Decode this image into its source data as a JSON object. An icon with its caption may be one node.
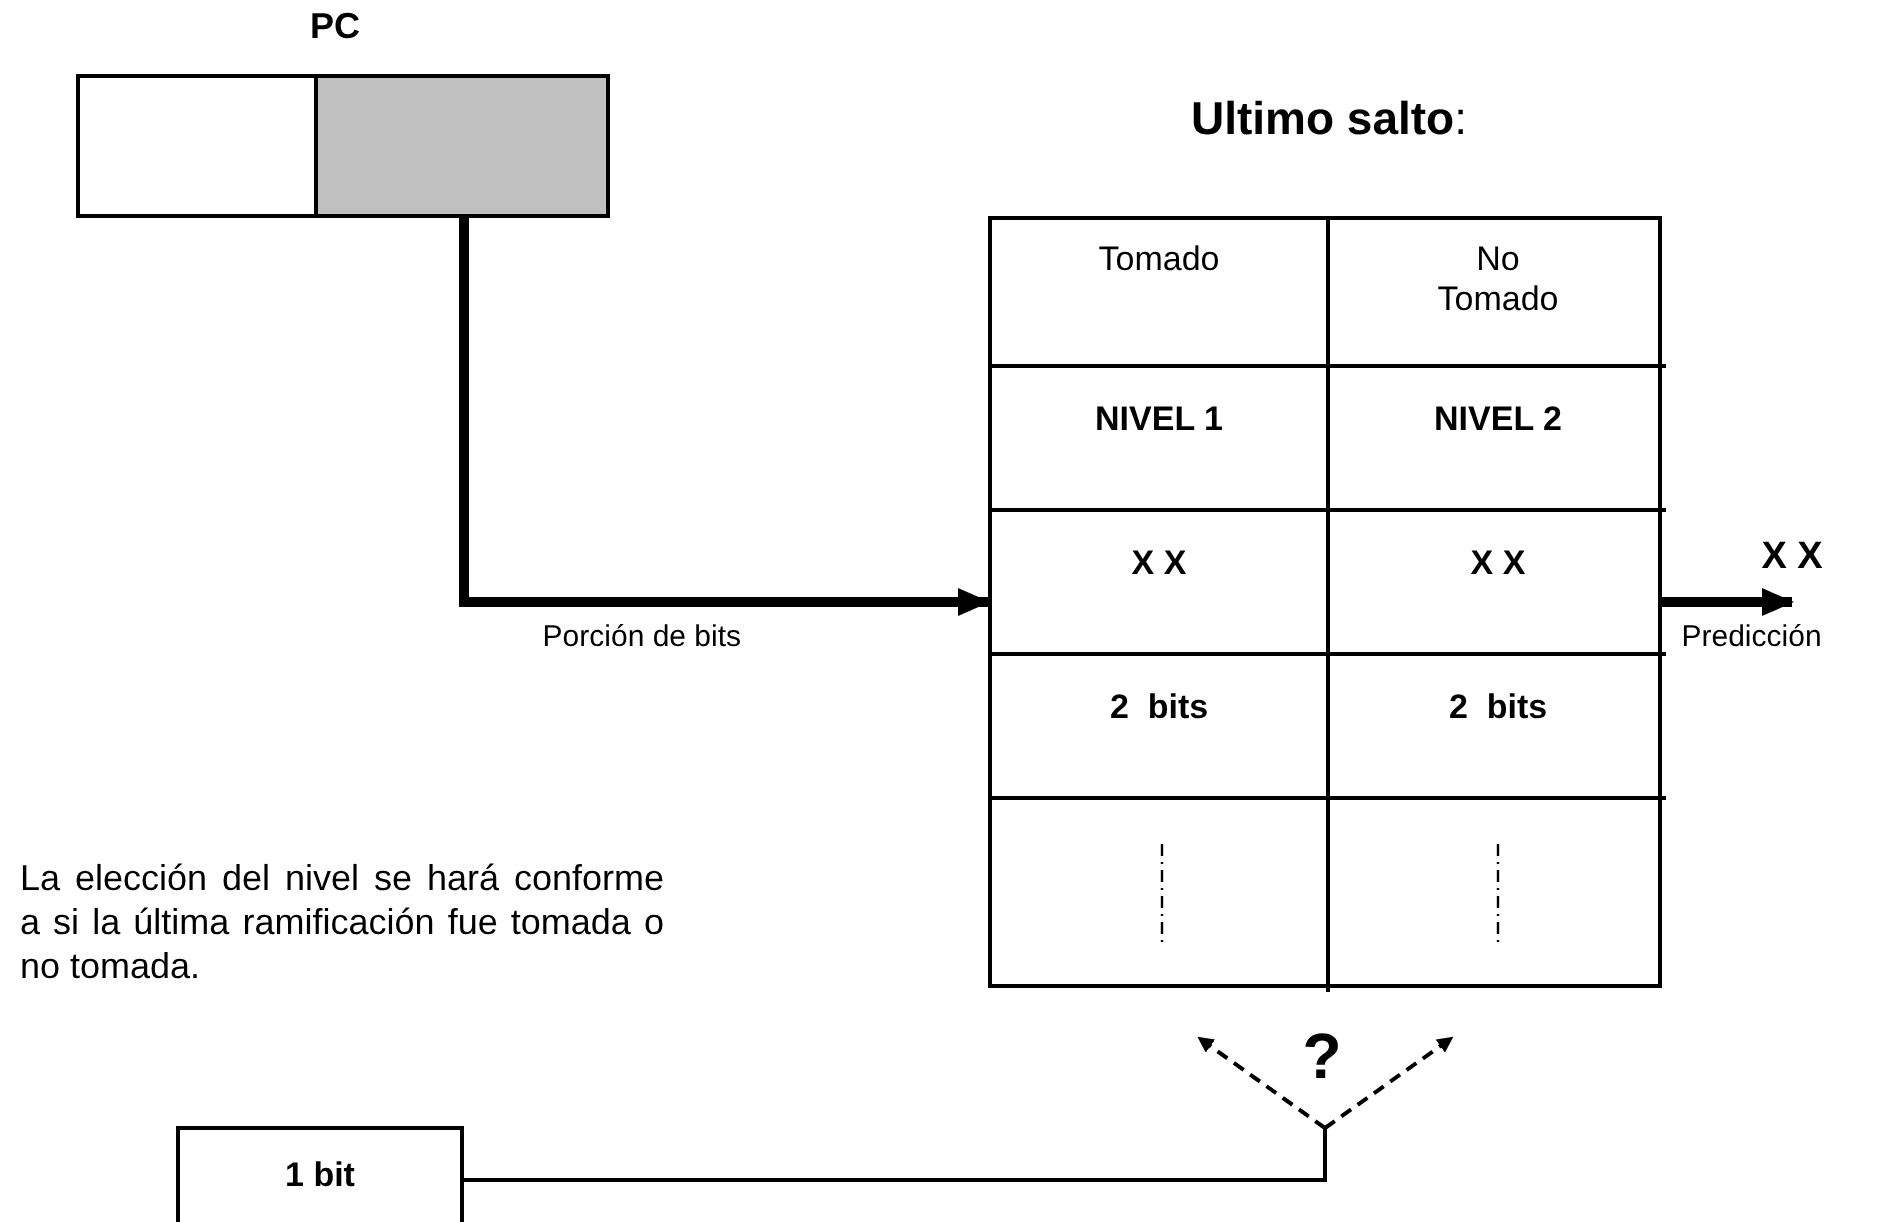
{
  "diagram": {
    "nodes": [
      {
        "text": [
          "PC"
        ]
      },
      {
        "text": [],
        "shape": "box",
        "in": 0
      },
      {
        "text": [],
        "shape": "box",
        "in": 0
      },
      {
        "text": [
          "**Ultimo salto**:"
        ]
      },
      {
        "text": [
          "Tomado"
        ],
        "in": 3
      },
      {
        "text": [
          "No Tomado"
        ],
        "in": 3
      },
      {
        "text": [
          "NIVEL 1"
        ],
        "in": 3
      },
      {
        "text": [
          "NIVEL 2"
        ],
        "in": 3
      },
      {
        "text": [
          "X X"
        ],
        "in": 3
      },
      {
        "text": [
          "X X"
        ],
        "in": 3
      },
      {
        "text": [
          "2  bits"
        ],
        "in": 3
      },
      {
        "text": [
          "2  bits"
        ],
        "in": 3
      },
      {
        "text": [],
        "shape": "box",
        "in": 3
      },
      {
        "text": [],
        "shape": "box",
        "in": 3
      },
      {
        "text": [
          "X X"
        ]
      },
      {
        "text": [
          "1 bit"
        ]
      }
    ],
    "edges": [
      {
        "from": 2,
        "to": 3,
        "arrow": "to",
        "label": "Porción de bits",
        "style": "thick"
      },
      {
        "from": 3,
        "to": 14,
        "arrow": "to",
        "label": "Predicción",
        "style": "thick"
      },
      {
        "from": 15,
        "to": 12,
        "arrow": "to",
        "style": "dashed"
      },
      {
        "from": 15,
        "to": 13,
        "arrow": "to",
        "style": "dashed"
      }
    ],
    "labels": [
      "?",
      "La elección del nivel se hará conforme a si la última ramificación fue tomada o no tomada."
    ]
  }
}
